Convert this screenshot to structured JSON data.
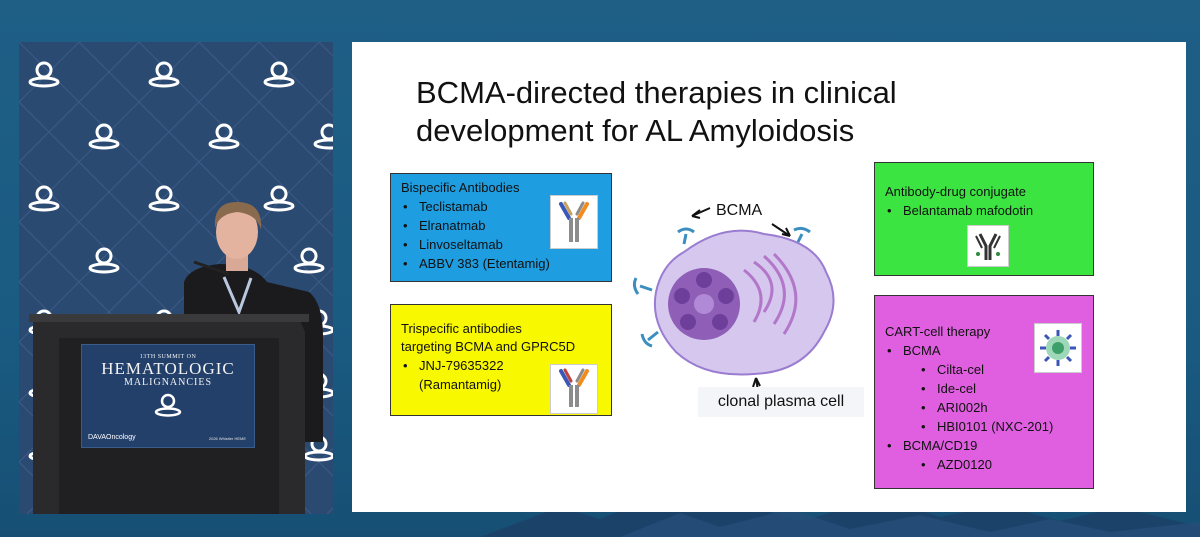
{
  "podium_sign": {
    "top_line": "13TH SUMMIT ON",
    "main_line": "HEMATOLOGIC",
    "sub_line": "MALIGNANCIES",
    "brand": "DAVAOncology",
    "footer_note": "2026 Whistler HEME"
  },
  "slide": {
    "title_line1": "BCMA-directed therapies in clinical",
    "title_line2": "development for AL Amyloidosis",
    "bispecific": {
      "heading": "Bispecific Antibodies",
      "items": [
        "Teclistamab",
        "Elranatmab",
        "Linvoseltamab",
        "ABBV 383 (Etentamig)"
      ]
    },
    "trispecific": {
      "heading_line1": "Trispecific antibodies",
      "heading_line2": "targeting BCMA and GPRC5D",
      "item_line1": "JNJ-79635322",
      "item_line2": "(Ramantamig)"
    },
    "adc": {
      "heading": "Antibody-drug conjugate",
      "items": [
        "Belantamab mafodotin"
      ]
    },
    "cart": {
      "heading": "CART-cell therapy",
      "group1": "BCMA",
      "group1_items": [
        "Cilta-cel",
        "Ide-cel",
        "ARI002h",
        "HBI0101 (NXC-201)"
      ],
      "group2": "BCMA/CD19",
      "group2_items": [
        "AZD0120"
      ]
    },
    "diagram": {
      "bcma_label": "BCMA",
      "cell_label": "clonal plasma cell"
    }
  },
  "colors": {
    "bispecific_box": "#1e9de0",
    "trispecific_box": "#f8f800",
    "adc_box": "#3ce441",
    "cart_box": "#e05fe0",
    "background": "#1f5f86"
  }
}
